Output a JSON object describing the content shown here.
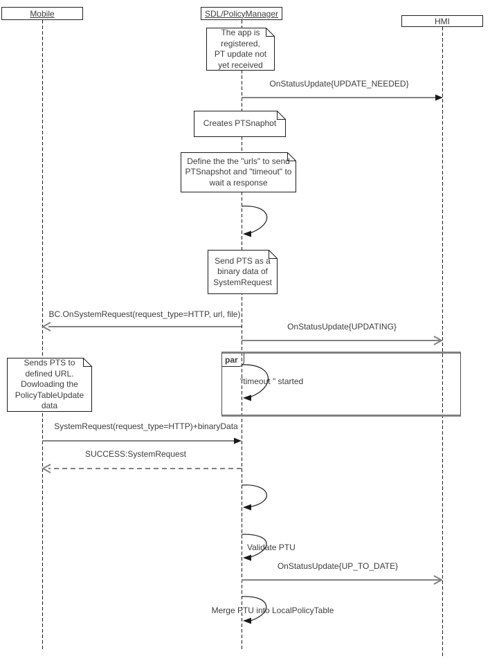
{
  "diagram": {
    "type": "uml-sequence",
    "actors": [
      {
        "label": "Mobile",
        "underlined": true
      },
      {
        "label": "SDL/PolicyManager",
        "underlined": true
      },
      {
        "label": "HMI",
        "underlined": false
      }
    ],
    "notes": [
      {
        "attached_to": "SDL/PolicyManager",
        "text": "The app is\nregistered,\nPT update not\nyet received"
      },
      {
        "attached_to": "SDL/PolicyManager",
        "text": "Creates PTSnaphot"
      },
      {
        "attached_to": "SDL/PolicyManager",
        "text": "Define the the \"urls\" to send\nPTSnapshot and \"timeout\" to\nwait a response"
      },
      {
        "attached_to": "SDL/PolicyManager",
        "text": "Send PTS as a\nbinary data of\nSystemRequest"
      },
      {
        "attached_to": "Mobile",
        "text": "Sends PTS to\ndefined URL.\nDowloading the\nPolicyTableUpdate\ndata"
      }
    ],
    "messages": [
      {
        "from": "SDL/PolicyManager",
        "to": "HMI",
        "label": "OnStatusUpdate{UPDATE_NEEDED}",
        "line": "solid",
        "arrowhead": "filled"
      },
      {
        "from": "SDL/PolicyManager",
        "to": "SDL/PolicyManager",
        "label": "",
        "line": "self",
        "arrowhead": "filled"
      },
      {
        "from": "SDL/PolicyManager",
        "to": "Mobile",
        "label": "BC.OnSystemRequest(request_type=HTTP, url, file)",
        "line": "solid",
        "arrowhead": "open"
      },
      {
        "from": "SDL/PolicyManager",
        "to": "HMI",
        "label": "OnStatusUpdate{UPDATING}",
        "line": "solid",
        "arrowhead": "open"
      },
      {
        "from": "SDL/PolicyManager",
        "to": "SDL/PolicyManager",
        "label": "\"timeout \" started",
        "line": "self",
        "arrowhead": "filled"
      },
      {
        "from": "Mobile",
        "to": "SDL/PolicyManager",
        "label": "SystemRequest(request_type=HTTP)+binaryData",
        "line": "solid",
        "arrowhead": "filled"
      },
      {
        "from": "SDL/PolicyManager",
        "to": "Mobile",
        "label": "SUCCESS:SystemRequest",
        "line": "dashed",
        "arrowhead": "open"
      },
      {
        "from": "SDL/PolicyManager",
        "to": "SDL/PolicyManager",
        "label": "",
        "line": "self",
        "arrowhead": "filled"
      },
      {
        "from": "SDL/PolicyManager",
        "to": "SDL/PolicyManager",
        "label": "Validate PTU",
        "line": "self",
        "arrowhead": "filled"
      },
      {
        "from": "SDL/PolicyManager",
        "to": "HMI",
        "label": "OnStatusUpdate{UP_TO_DATE}",
        "line": "solid",
        "arrowhead": "open"
      },
      {
        "from": "SDL/PolicyManager",
        "to": "SDL/PolicyManager",
        "label": "Merge PTU into LocalPolicyTable",
        "line": "self",
        "arrowhead": "filled"
      }
    ],
    "fragment": {
      "operator": "par"
    },
    "colors": {
      "background": "#ffffff",
      "message_line": "#808080",
      "lifeline": "#1a1a1a",
      "arrowhead": "#1a1a1a",
      "text": "#3c3c3c",
      "note_background": "#ffffff",
      "note_border": "#1a1a1a"
    }
  }
}
